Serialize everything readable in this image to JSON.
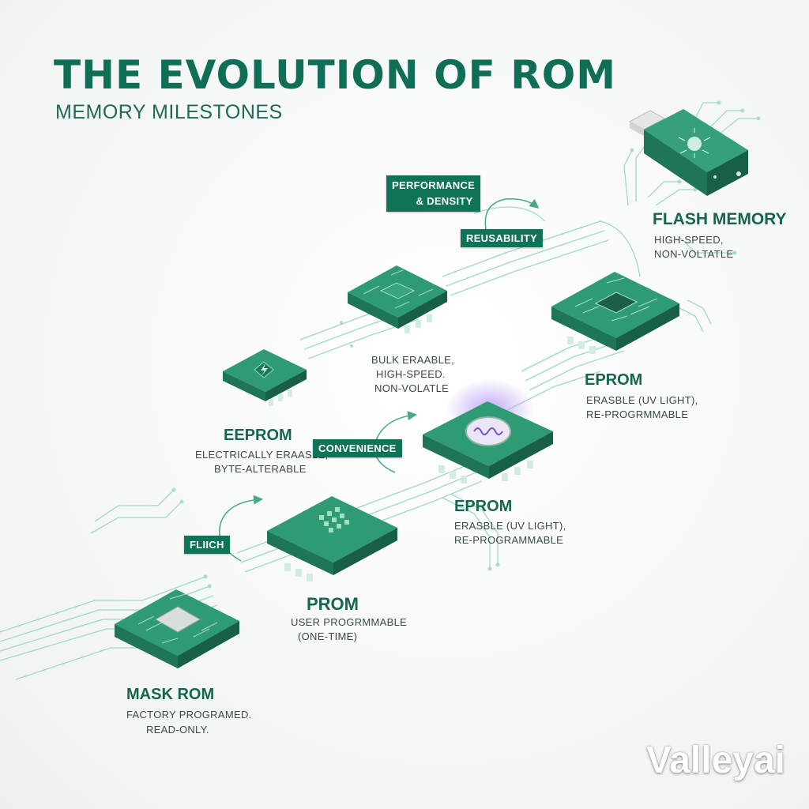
{
  "header": {
    "title": "THE EVOLUTION OF ROM",
    "subtitle": "MEMORY MILESTONES"
  },
  "colors": {
    "primary_green": "#0f7358",
    "chip_green": "#2f9b72",
    "trace_green": "#7fcfb0",
    "uv_glow": "#a685e8"
  },
  "stages": {
    "mask_rom": {
      "name": "MASK ROM",
      "desc1": "FACTORY PROGRAMED.",
      "desc2": "READ-ONLY."
    },
    "prom": {
      "name": "PROM",
      "desc1": "USER PROGRMMABLE",
      "desc2": "(ONE-TIME)"
    },
    "eprom_lower": {
      "name": "EPROM",
      "desc1": "ERASBLE (UV LIGHT),",
      "desc2": "RE-PROGRAMMABLE"
    },
    "eeprom": {
      "name": "EEPROM",
      "desc1": "ELECTRICALLY ERAASLE,",
      "desc2": "BYTE-ALTERABLE"
    },
    "bulk": {
      "desc1": "BULK ERAABLE,",
      "desc2": "HIGH-SPEED.",
      "desc3": "NON-VOLATLE"
    },
    "eprom_upper": {
      "name": "EPROM",
      "desc1": "ERASBLE (UV LIGHT),",
      "desc2": "RE-PROGRMMABLE"
    },
    "flash": {
      "name": "FLASH MEMORY",
      "desc1": "HIGH-SPEED,",
      "desc2": "NON-VOLTATLE"
    }
  },
  "tags": {
    "fluich": "FLIICH",
    "convenience": "CONVENIENCE",
    "reusability": "REUSABILITY",
    "performance_line1": "PERFORMANCE",
    "performance_line2": "& DENSITY"
  },
  "watermark": "Valleyai",
  "icons": {
    "eeprom_chip": "lightning-icon",
    "eprom_chip": "uv-window-icon",
    "flash_device": "usb-drive-icon"
  }
}
